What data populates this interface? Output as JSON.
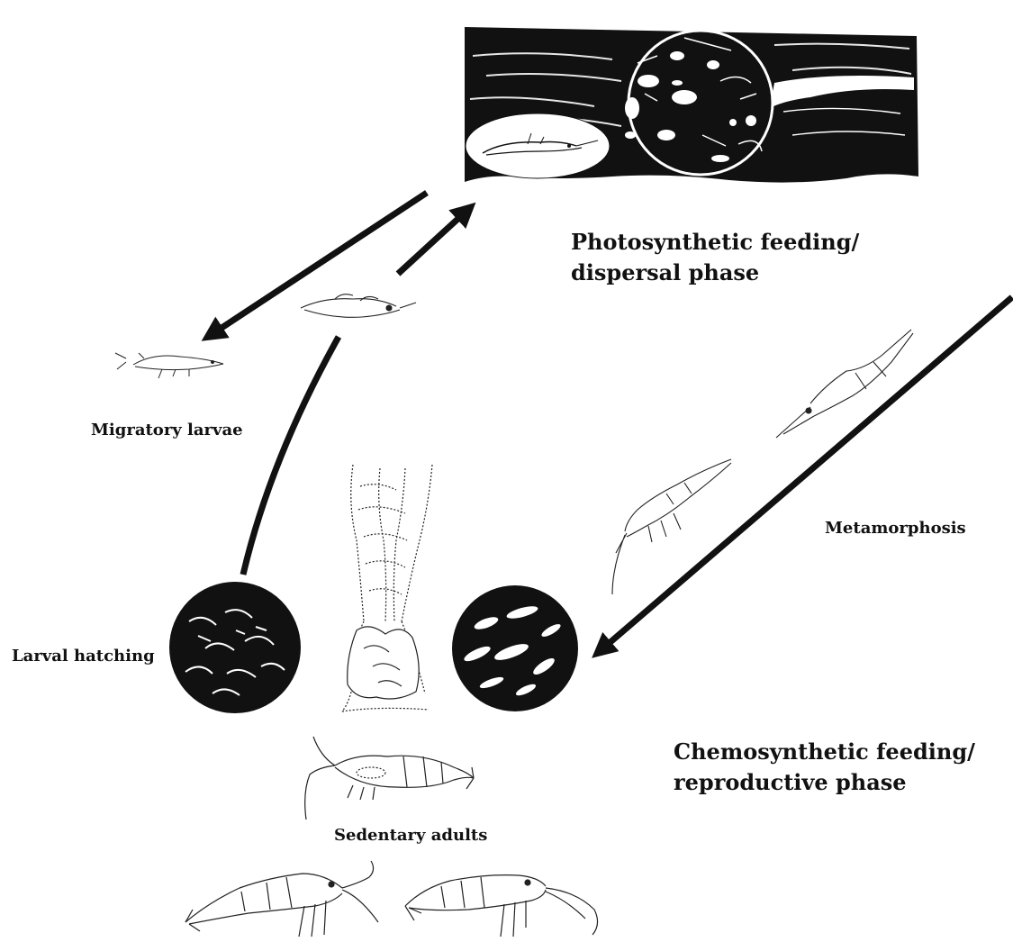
{
  "labels": {
    "photosynthetic_line1": "Photosynthetic feeding/",
    "photosynthetic_line2": "dispersal phase",
    "migratory_larvae": "Migratory larvae",
    "metamorphosis": "Metamorphosis",
    "larval_hatching": "Larval hatching",
    "chemosynthetic_line1": "Chemosynthetic feeding/",
    "chemosynthetic_line2": "reproductive phase",
    "sedentary_adults": "Sedentary adults"
  },
  "colors": {
    "ink": "#111111",
    "background": "#ffffff"
  },
  "icons": [
    "ocean-surface-scene",
    "plankton-inset",
    "larva-on-surface",
    "migratory-larva",
    "ascending-larva",
    "postlarva",
    "juvenile-shrimp",
    "hatching-circle",
    "hydrothermal-chimney",
    "settlement-circle",
    "adult-shrimp-brooding",
    "adult-shrimp"
  ]
}
